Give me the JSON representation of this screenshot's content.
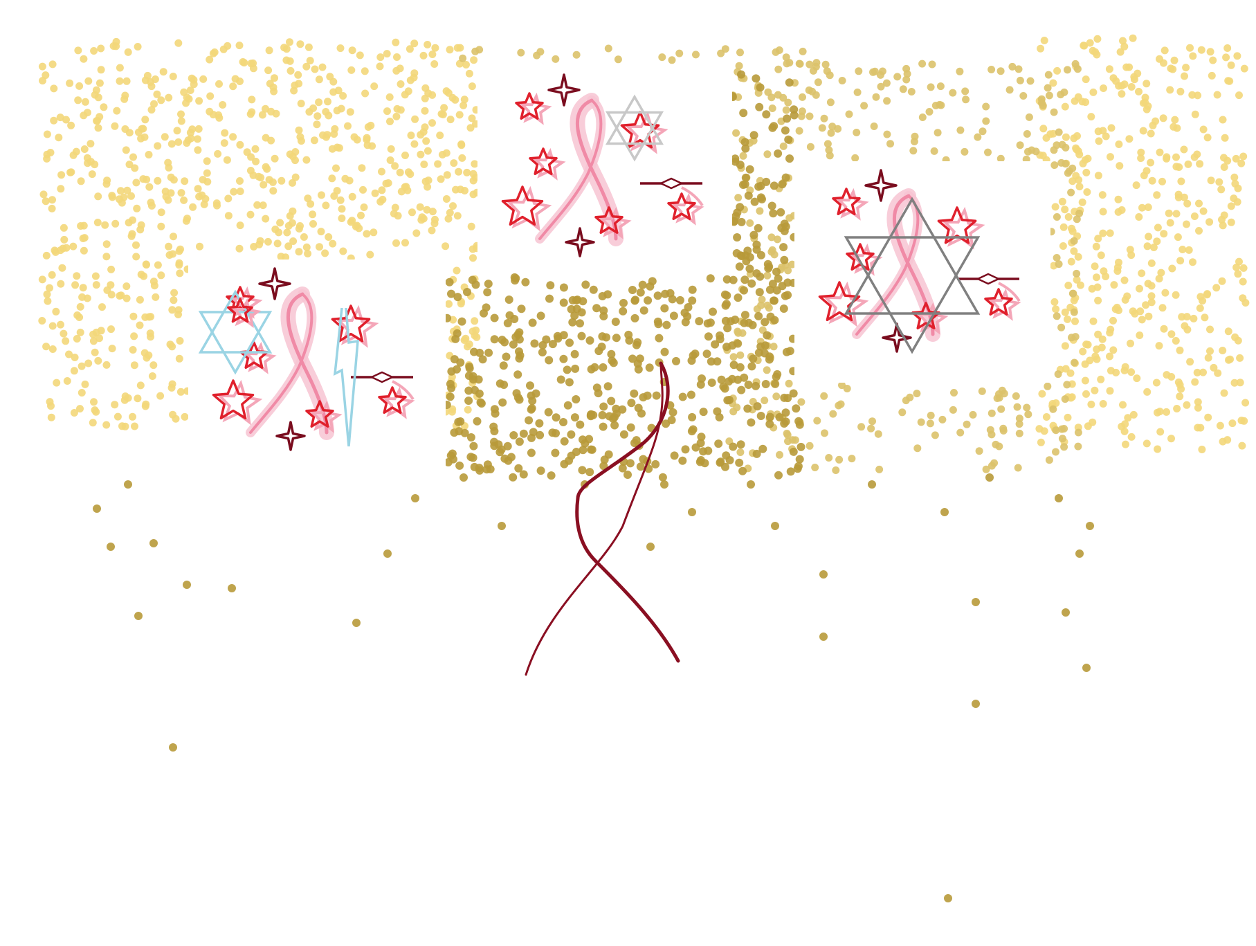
{
  "canvas": {
    "background": "#ffffff"
  },
  "colors": {
    "dot_light": "#f3d77a",
    "dot_mid": "#dcc26a",
    "dot_dark": "#b89a3a",
    "star_red": "#e0202c",
    "star_dark": "#7a0c1e",
    "star_pink": "#f4a6b8",
    "ribbon_pink": "#f08aa6",
    "ribbon_dark": "#8a0f22",
    "star_lightblue": "#9ad4e4",
    "star_grey": "#808080",
    "star_silver": "#c8c8c8",
    "panel_white": "#ffffff"
  },
  "icons": {
    "dot": "confetti-dot-icon",
    "ribbon": "awareness-ribbon-icon",
    "star": "five-point-star-icon",
    "sparkle": "four-point-sparkle-icon",
    "hexagram": "six-point-star-icon",
    "streak": "shooting-star-icon"
  },
  "panels": [
    {
      "name": "panel-left",
      "accent_hexagram": "#9ad4e4",
      "has_bolt": true
    },
    {
      "name": "panel-center",
      "accent_hexagram": "#c8c8c8",
      "has_bolt": false
    },
    {
      "name": "panel-right",
      "accent_hexagram": "#808080",
      "has_bolt": false
    }
  ]
}
